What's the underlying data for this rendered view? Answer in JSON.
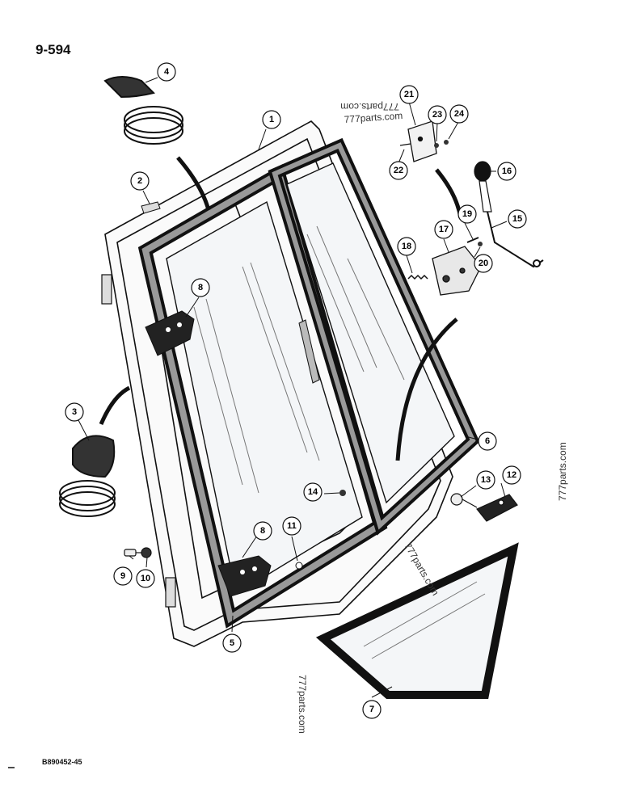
{
  "header": {
    "page_code": "9-594"
  },
  "footer": {
    "figure_code": "B890452-45"
  },
  "callouts": {
    "c1": "1",
    "c2": "2",
    "c3": "3",
    "c4": "4",
    "c5": "5",
    "c6": "6",
    "c7": "7",
    "c8a": "8",
    "c8b": "8",
    "c9": "9",
    "c10": "10",
    "c11": "11",
    "c12": "12",
    "c13": "13",
    "c14": "14",
    "c15": "15",
    "c16": "16",
    "c17": "17",
    "c18": "18",
    "c19": "19",
    "c20": "20",
    "c21": "21",
    "c22": "22",
    "c23": "23",
    "c24": "24"
  },
  "watermarks": {
    "w1": "777parts.com",
    "w2": "777parts.com",
    "w3": "777parts.com",
    "w4": "777parts.com",
    "w5": "777parts.com"
  }
}
